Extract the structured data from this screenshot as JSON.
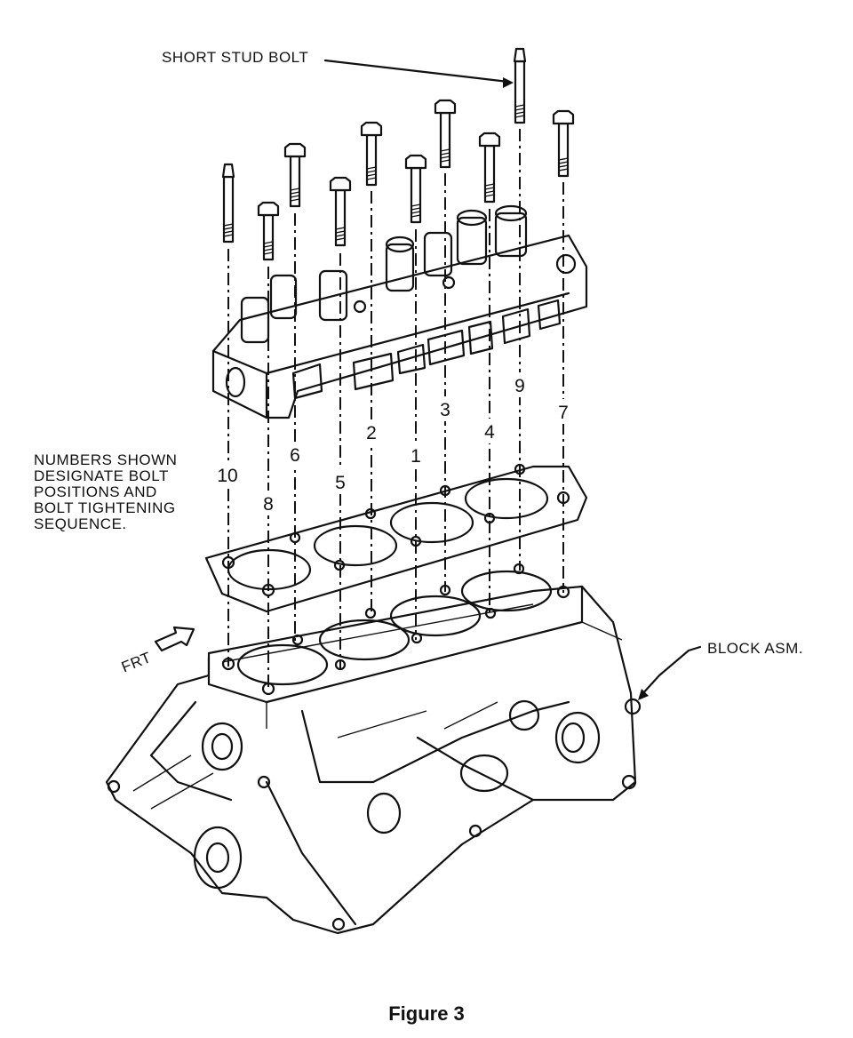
{
  "labels": {
    "short_stud_bolt": "SHORT STUD BOLT",
    "note": [
      "NUMBERS SHOWN",
      "DESIGNATE BOLT",
      "POSITIONS AND",
      "BOLT TIGHTENING",
      "SEQUENCE."
    ],
    "block_asm": "BLOCK ASM.",
    "frt": "FRT",
    "caption": "Figure 3"
  },
  "bolt_numbers": [
    "1",
    "2",
    "3",
    "4",
    "5",
    "6",
    "7",
    "8",
    "9",
    "10"
  ]
}
